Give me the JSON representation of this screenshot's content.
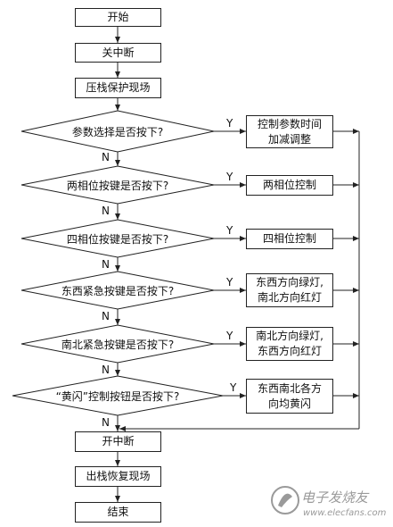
{
  "steps": {
    "start": "开始",
    "disable_interrupt": "关中断",
    "push_context": "压栈保护现场",
    "enable_interrupt": "开中断",
    "pop_context": "出栈恢复现场",
    "end": "结束"
  },
  "decisions": [
    {
      "question": "参数选择是否按下?",
      "action": [
        "控制参数时间",
        "加减调整"
      ]
    },
    {
      "question": "两相位按键是否按下?",
      "action": [
        "两相位控制"
      ]
    },
    {
      "question": "四相位按键是否按下?",
      "action": [
        "四相位控制"
      ]
    },
    {
      "question": "东西紧急按键是否按下?",
      "action": [
        "东西方向绿灯,",
        "南北方向红灯"
      ]
    },
    {
      "question": "南北紧急按键是否按下?",
      "action": [
        "南北方向绿灯,",
        "东西方向红灯"
      ]
    },
    {
      "question": "“黄闪”控制按钮是否按下?",
      "action": [
        "东西南北各方",
        "向均黄闪"
      ]
    }
  ],
  "labels": {
    "yes": "Y",
    "no": "N"
  },
  "watermark": {
    "brand": "电子发烧友",
    "url": "www.elecfans.com"
  },
  "colors": {
    "line": "#222222",
    "watermark": "#9a9a9a"
  }
}
